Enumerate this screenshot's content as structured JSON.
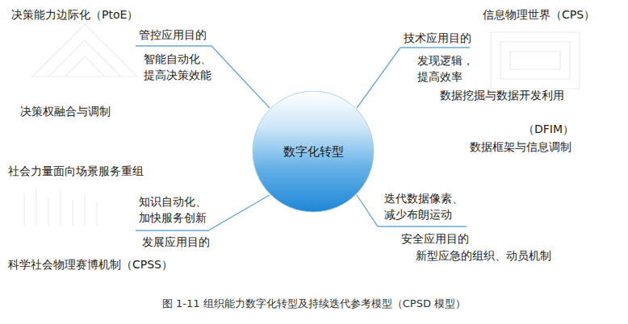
{
  "diagram": {
    "caption": "图 1-11 组织能力数字化转型及持续迭代参考模型（CPSD 模型）",
    "nodes": [
      {
        "text": [
          "数字化转型"
        ]
      }
    ],
    "labels": [
      "决策能力边际化（PtoE）",
      "信息物理世界（CPS）",
      "管控应用目的",
      "智能自动化、 提高决策效能",
      "技术应用目的",
      "发现逻辑， 提高效率",
      "决策权融合与调制",
      "数据挖掘与数据开发利用",
      "（DFIM）",
      "数据框架与信息调制",
      "社会力量面向场景服务重组",
      "知识自动化、 加快服务创新",
      "迭代数据像素、 减少布朗运动",
      "发展应用目的",
      "安全应用目的",
      "科学社会物理赛博机制（CPSS）",
      "新型应急的组织、动员机制"
    ]
  }
}
